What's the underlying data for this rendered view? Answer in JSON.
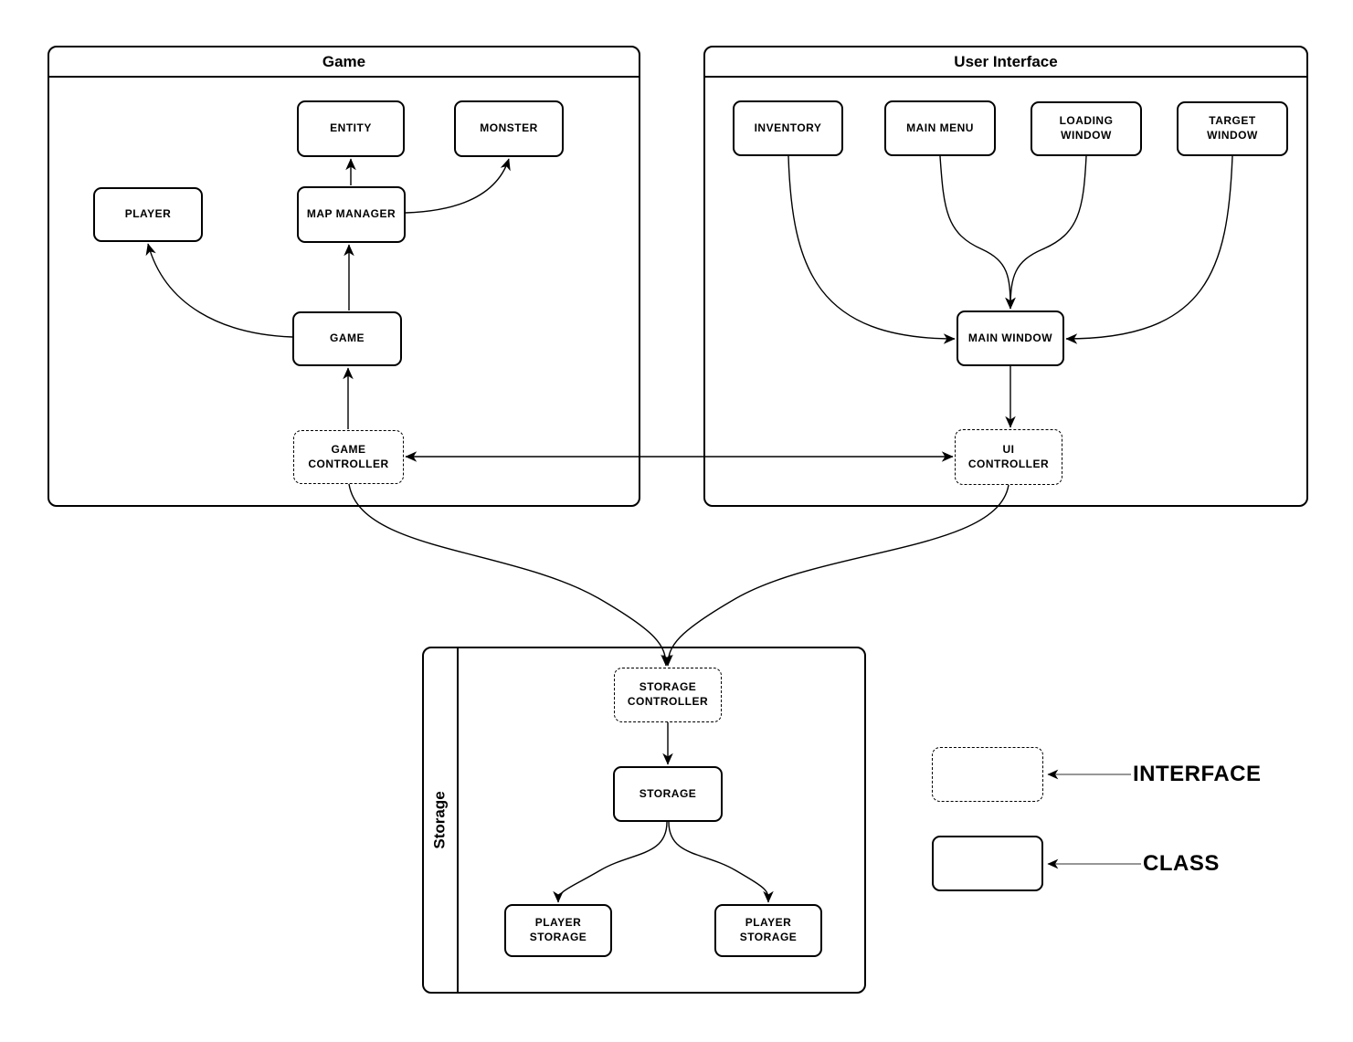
{
  "diagram": {
    "background": "#ffffff",
    "stroke_color": "#000000",
    "containers": {
      "game": {
        "title": "Game"
      },
      "user_interface": {
        "title": "User Interface"
      },
      "storage": {
        "title": "Storage"
      }
    },
    "nodes": {
      "entity": {
        "label": "ENTITY",
        "type": "class",
        "container": "game"
      },
      "monster": {
        "label": "MONSTER",
        "type": "class",
        "container": "game"
      },
      "player": {
        "label": "PLAYER",
        "type": "class",
        "container": "game"
      },
      "map_manager": {
        "label": "MAP MANAGER",
        "type": "class",
        "container": "game"
      },
      "game": {
        "label": "GAME",
        "type": "class",
        "container": "game"
      },
      "game_controller": {
        "label": "GAME CONTROLLER",
        "type": "interface",
        "container": "game"
      },
      "inventory": {
        "label": "INVENTORY",
        "type": "class",
        "container": "user_interface"
      },
      "main_menu": {
        "label": "MAIN MENU",
        "type": "class",
        "container": "user_interface"
      },
      "loading_window": {
        "label": "LOADING WINDOW",
        "type": "class",
        "container": "user_interface"
      },
      "target_window": {
        "label": "TARGET WINDOW",
        "type": "class",
        "container": "user_interface"
      },
      "main_window": {
        "label": "MAIN WINDOW",
        "type": "class",
        "container": "user_interface"
      },
      "ui_controller": {
        "label": "UI CONTROLLER",
        "type": "interface",
        "container": "user_interface"
      },
      "storage_controller": {
        "label": "STORAGE CONTROLLER",
        "type": "interface",
        "container": "storage"
      },
      "storage": {
        "label": "STORAGE",
        "type": "class",
        "container": "storage"
      },
      "player_storage_1": {
        "label": "PLAYER STORAGE",
        "type": "class",
        "container": "storage"
      },
      "player_storage_2": {
        "label": "PLAYER STORAGE",
        "type": "class",
        "container": "storage"
      }
    },
    "edges": [
      {
        "from": "map_manager",
        "to": "entity",
        "bidirectional": false
      },
      {
        "from": "map_manager",
        "to": "monster",
        "bidirectional": false
      },
      {
        "from": "game",
        "to": "map_manager",
        "bidirectional": false
      },
      {
        "from": "game",
        "to": "player",
        "bidirectional": false
      },
      {
        "from": "game_controller",
        "to": "game",
        "bidirectional": false
      },
      {
        "from": "game_controller",
        "to": "ui_controller",
        "bidirectional": true
      },
      {
        "from": "inventory",
        "to": "main_window",
        "bidirectional": false
      },
      {
        "from": "main_menu",
        "to": "main_window",
        "bidirectional": false
      },
      {
        "from": "loading_window",
        "to": "main_window",
        "bidirectional": false
      },
      {
        "from": "target_window",
        "to": "main_window",
        "bidirectional": false
      },
      {
        "from": "main_window",
        "to": "ui_controller",
        "bidirectional": false
      },
      {
        "from": "game_controller",
        "to": "storage_controller",
        "bidirectional": false
      },
      {
        "from": "ui_controller",
        "to": "storage_controller",
        "bidirectional": false
      },
      {
        "from": "storage_controller",
        "to": "storage",
        "bidirectional": false
      },
      {
        "from": "storage",
        "to": "player_storage_1",
        "bidirectional": false
      },
      {
        "from": "storage",
        "to": "player_storage_2",
        "bidirectional": false
      }
    ],
    "legend": {
      "interface_label": "INTERFACE",
      "class_label": "CLASS"
    }
  }
}
